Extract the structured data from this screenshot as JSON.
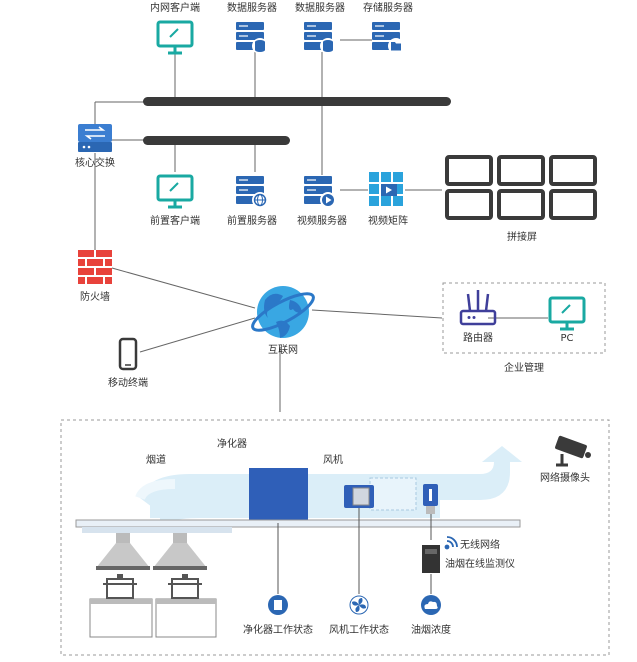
{
  "colors": {
    "icon_blue": "#2b67b3",
    "monitor_teal": "#19a9a2",
    "firewall_red": "#e8423b",
    "bus_gray": "#3a3a3a",
    "duct_light": "#dbeef8",
    "purifier_blue": "#2f5fb8"
  },
  "top": {
    "intranet_client": "内网客户端",
    "data_server_1": "数据服务器",
    "data_server_2": "数据服务器",
    "storage_server": "存储服务器"
  },
  "core_switch": "核心交换",
  "middle": {
    "front_client": "前置客户端",
    "front_server": "前置服务器",
    "video_server": "视频服务器",
    "video_matrix": "视频矩阵",
    "splice_screen": "拼接屏"
  },
  "firewall": "防火墙",
  "internet": "互联网",
  "mobile": "移动终端",
  "enterprise": {
    "title": "企业管理",
    "router": "路由器",
    "pc": "PC"
  },
  "site": {
    "flue": "烟道",
    "purifier": "净化器",
    "fan": "风机",
    "camera": "网络摄像头",
    "wireless": "无线网络",
    "monitor_device": "油烟在线监测仪",
    "purifier_status": "净化器工作状态",
    "fan_status": "风机工作状态",
    "smoke_density": "油烟浓度"
  }
}
